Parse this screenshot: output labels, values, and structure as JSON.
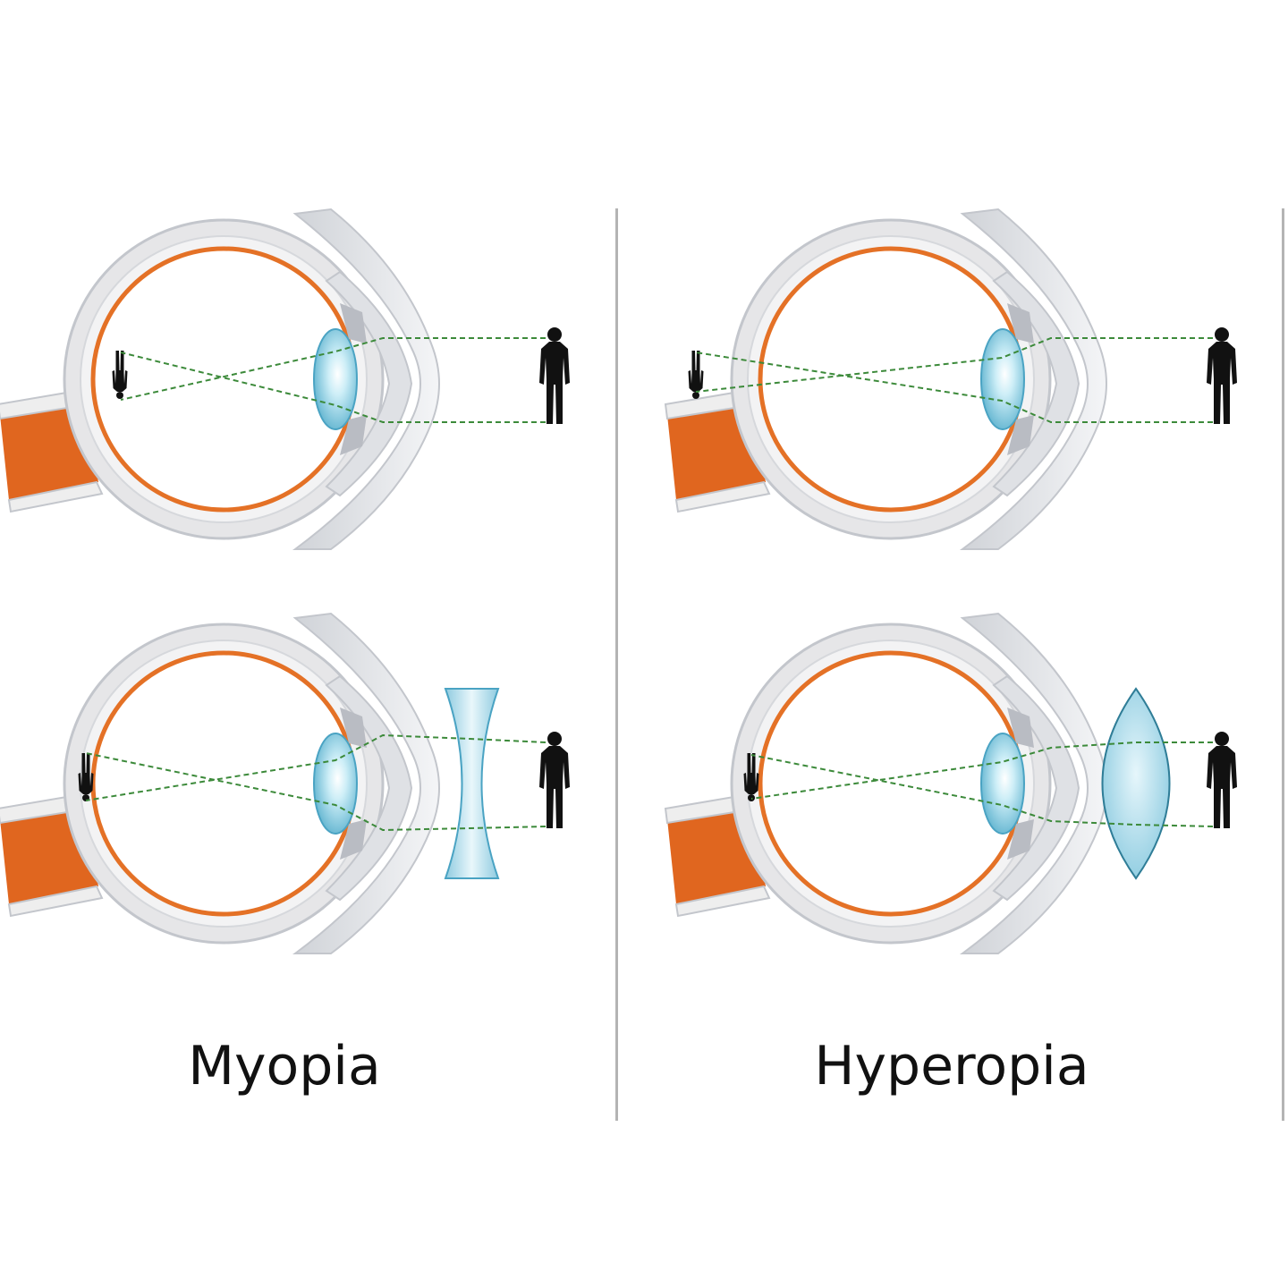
{
  "labels": {
    "left": "Myopia",
    "right": "Hyperopia"
  },
  "colors": {
    "sclera": "#e6e6e8",
    "sclera_edge": "#c3c6cc",
    "retina": "#e47126",
    "optic_nerve": "#e0661f",
    "lens": "#7cc6dc",
    "corrective_lens": "#9bd3e6",
    "ray": "#3c8a3a",
    "silhouette": "#111111",
    "divider": "#b4b4b4"
  },
  "panels": [
    {
      "condition": "myopia",
      "row": "uncorrected",
      "corrective_lens": "none"
    },
    {
      "condition": "myopia",
      "row": "corrected",
      "corrective_lens": "concave"
    },
    {
      "condition": "hyperopia",
      "row": "uncorrected",
      "corrective_lens": "none"
    },
    {
      "condition": "hyperopia",
      "row": "corrected",
      "corrective_lens": "convex"
    }
  ]
}
